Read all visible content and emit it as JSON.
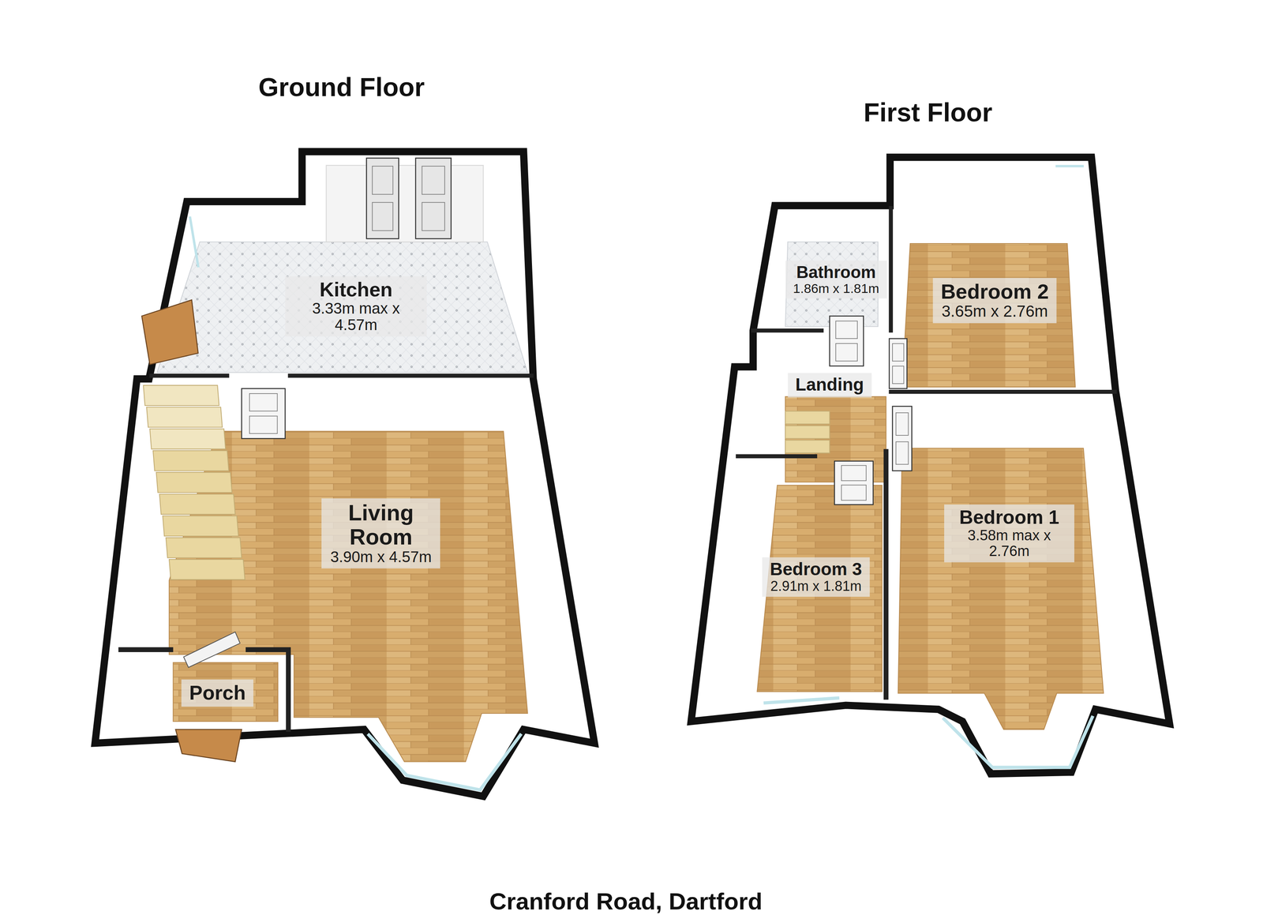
{
  "diagram": {
    "caption": "Cranford Road, Dartford",
    "nodes": [
      {
        "text": [
          "Kitchen",
          "3.33m max x 4.57m"
        ]
      },
      {
        "text": [
          "Living Room",
          "3.90m x 4.57m"
        ]
      },
      {
        "text": [
          "Porch"
        ]
      },
      {
        "text": [
          "Bathroom",
          "1.86m x 1.81m"
        ]
      },
      {
        "text": [
          "Bedroom 2",
          "3.65m x 2.76m"
        ]
      },
      {
        "text": [
          "Landing"
        ]
      },
      {
        "text": [
          "Bedroom 3",
          "2.91m x 1.81m"
        ]
      },
      {
        "text": [
          "Bedroom 1",
          "3.58m max x 2.76m"
        ]
      }
    ],
    "labels": [
      "Ground Floor",
      "First Floor"
    ]
  }
}
